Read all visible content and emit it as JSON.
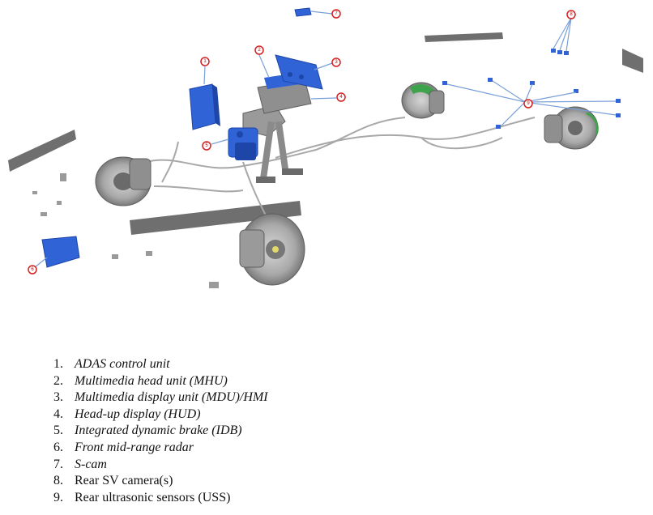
{
  "legend": [
    {
      "number": "1.",
      "label": "ADAS control unit",
      "italic": true
    },
    {
      "number": "2.",
      "label": "Multimedia head unit (MHU)",
      "italic": true
    },
    {
      "number": "3.",
      "label": "Multimedia display unit (MDU)/HMI",
      "italic": true
    },
    {
      "number": "4.",
      "label": "Head-up display (HUD)",
      "italic": true
    },
    {
      "number": "5.",
      "label": "Integrated dynamic brake (IDB)",
      "italic": true
    },
    {
      "number": "6.",
      "label": "Front mid-range radar",
      "italic": true
    },
    {
      "number": "7.",
      "label": "S-cam",
      "italic": true
    },
    {
      "number": "8.",
      "label": "Rear SV camera(s)",
      "italic": false
    },
    {
      "number": "9.",
      "label": "Rear ultrasonic sensors (USS)",
      "italic": false
    }
  ],
  "callouts": [
    {
      "number": "1"
    },
    {
      "number": "2"
    },
    {
      "number": "3"
    },
    {
      "number": "4"
    },
    {
      "number": "5"
    },
    {
      "number": "6"
    },
    {
      "number": "7"
    },
    {
      "number": "8"
    },
    {
      "number": "9"
    }
  ],
  "colors": {
    "component": "#2f63d6",
    "component_dark": "#1d46a8",
    "mechanical": "#8f8f8f",
    "mechanical_dark": "#5f5f5f",
    "callout": "#d42020",
    "leader": "#7aa0d8",
    "panel": "#6f6f6f",
    "accent_green": "#3fa34d"
  }
}
